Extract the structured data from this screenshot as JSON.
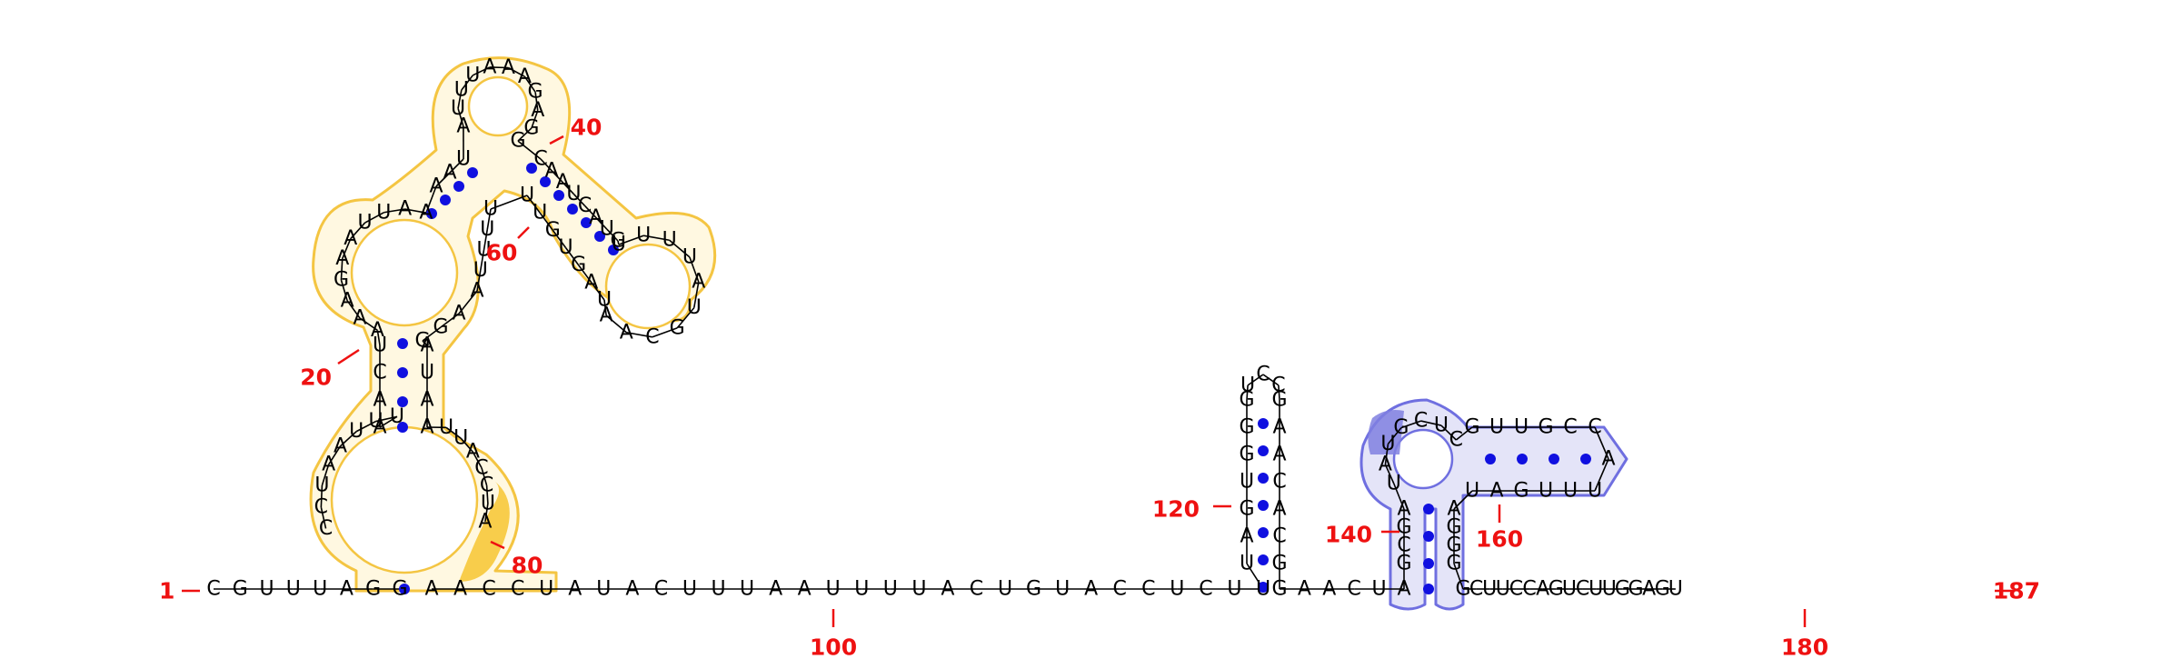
{
  "colors": {
    "background": "#ffffff",
    "nucleotide": "#000000",
    "backbone": "#000000",
    "basepair": "#1010e0",
    "number": "#ee1111",
    "domain1_fill": "#fff8e1",
    "domain1_stroke": "#f4c542",
    "domain1_highlight": "#f7c530",
    "domain2_fill": "#e4e4f8",
    "domain2_stroke": "#6f6fe0",
    "domain2_highlight": "#8080e0"
  },
  "sequence": "CGUUUAGGCCUAAUUUAACUAAAGAAUUAAAAUAUUUAAAGAGGCAAUCAUGUUUUAUGCAAUAGUGUUUUUUAAGGAUAAUUACCUAAACCUAUACUUUAAUUUUACUGUACCUCUUUAGUGGGUCCGAACACGGAACUAGCGAUAUGCUCGUUGCCAUUUGAUAGGGGCUUCCAGUCUUGGAGU",
  "number_labels": [
    {
      "text": "1"
    },
    {
      "text": "20"
    },
    {
      "text": "40"
    },
    {
      "text": "60"
    },
    {
      "text": "80"
    },
    {
      "text": "100"
    },
    {
      "text": "120"
    },
    {
      "text": "140"
    },
    {
      "text": "160"
    },
    {
      "text": "180"
    },
    {
      "text": "187"
    }
  ]
}
